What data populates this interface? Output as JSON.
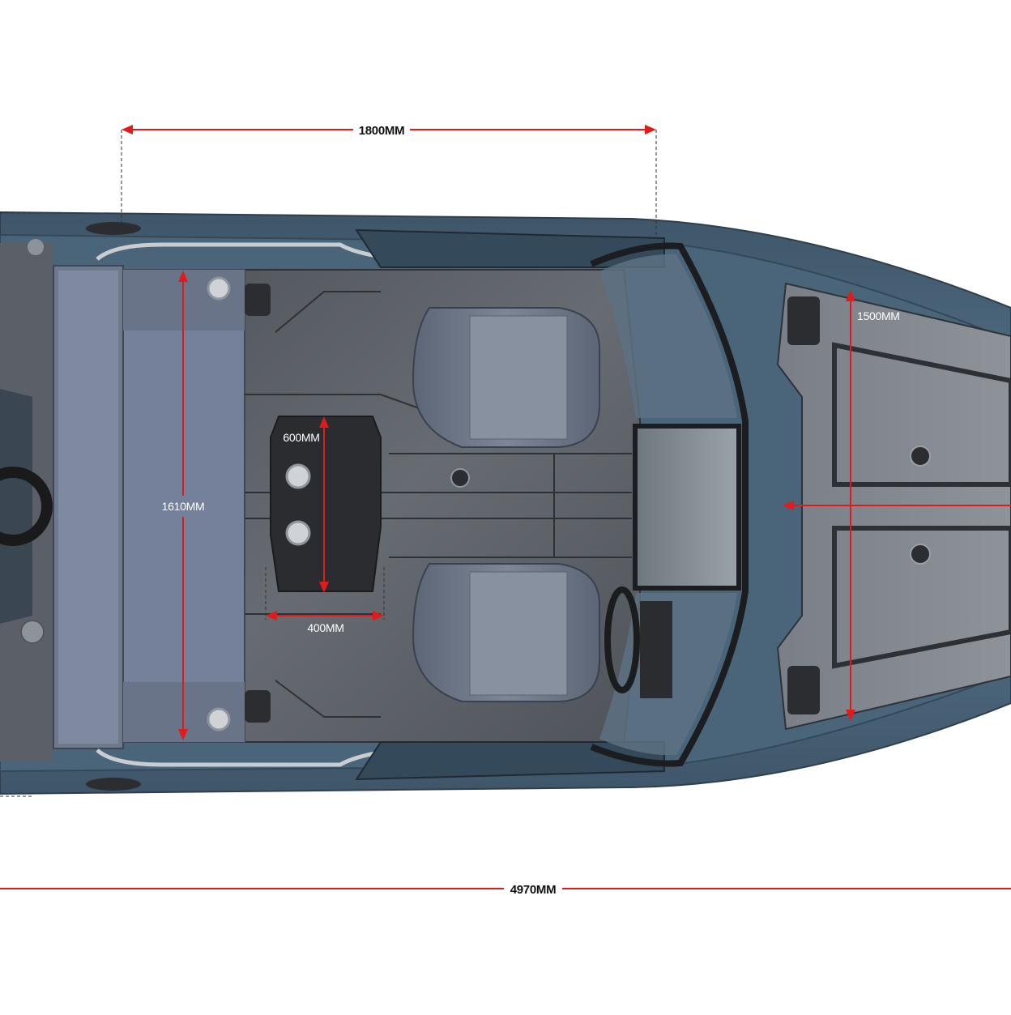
{
  "dimensions": {
    "cockpit_length": "1800MM",
    "bench_length": "1610MM",
    "bow_width": "1500MM",
    "console_length": "600MM",
    "console_width": "400MM",
    "overall_length": "4970MM"
  },
  "colors": {
    "hull": "#55728a",
    "hull_dark": "#3e5568",
    "deck": "#5a5e66",
    "dimension_line": "#e11b1b",
    "seat": "#6b7585",
    "glass": "#7d8690"
  }
}
